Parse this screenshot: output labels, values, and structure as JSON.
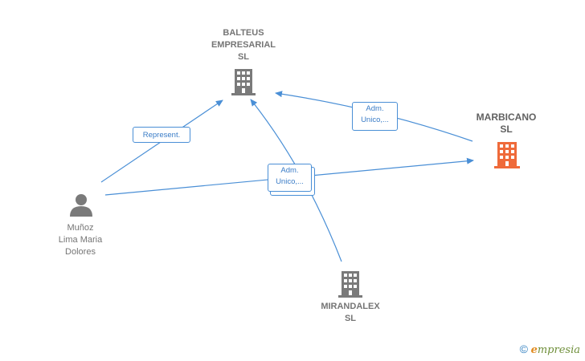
{
  "nodes": {
    "balteus": {
      "label": "BALTEUS\nEMPRESARIAL\nSL",
      "type": "company"
    },
    "marbicano": {
      "label": "MARBICANO\nSL",
      "type": "company-main"
    },
    "munoz": {
      "label": "Muñoz\nLima Maria\nDolores",
      "type": "person"
    },
    "mirandalex": {
      "label": "MIRANDALEX\nSL",
      "type": "company"
    }
  },
  "edges": {
    "represent": {
      "label": "Represent."
    },
    "adm_marbicano_balteus": {
      "label": "Adm.\nUnico,..."
    },
    "adm_center": {
      "label": "Adm.\nUnico,..."
    }
  },
  "colors": {
    "edge": "#4a8fd6",
    "icon_grey": "#7a7a7a",
    "icon_main": "#ef6a3a"
  },
  "brand": {
    "copyright": "©",
    "name_first": "e",
    "name_rest": "mpresia"
  }
}
